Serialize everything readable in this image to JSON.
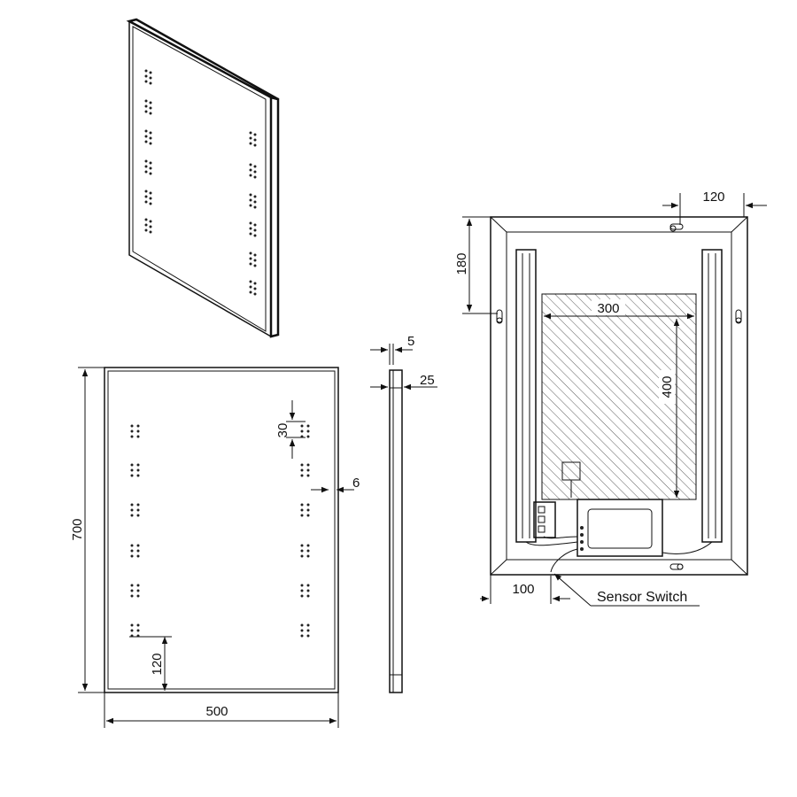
{
  "dimensions": {
    "width": "500",
    "height": "700",
    "light_spacing": "30",
    "bottom_light_offset": "120",
    "edge_offset": "6",
    "glass_thickness": "5",
    "total_depth": "25",
    "hanger_offset": "120",
    "hanger_height": "180",
    "demister_width": "300",
    "demister_height": "400",
    "bottom_hanger_offset": "100"
  },
  "labels": {
    "sensor_switch": "Sensor Switch"
  },
  "colors": {
    "line": "#111111",
    "background": "#ffffff"
  }
}
